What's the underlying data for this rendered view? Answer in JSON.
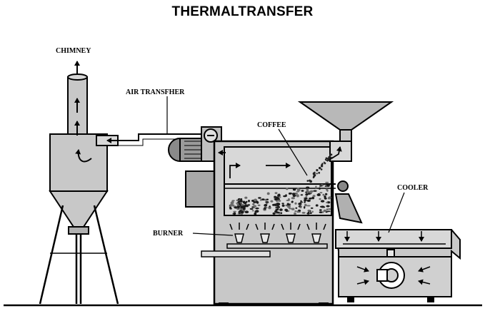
{
  "title": "THERMALTRANSFER",
  "labels": {
    "chimney": "CHIMNEY",
    "air_transfer": "AIR TRANSFHER",
    "coffee": "COFFEE",
    "cooler": "COOLER",
    "burner": "BURNER"
  },
  "colors": {
    "line": "#000000",
    "machine_fill": "#c8c8c8",
    "motor_fill": "#9a9a9a",
    "background": "#ffffff"
  }
}
